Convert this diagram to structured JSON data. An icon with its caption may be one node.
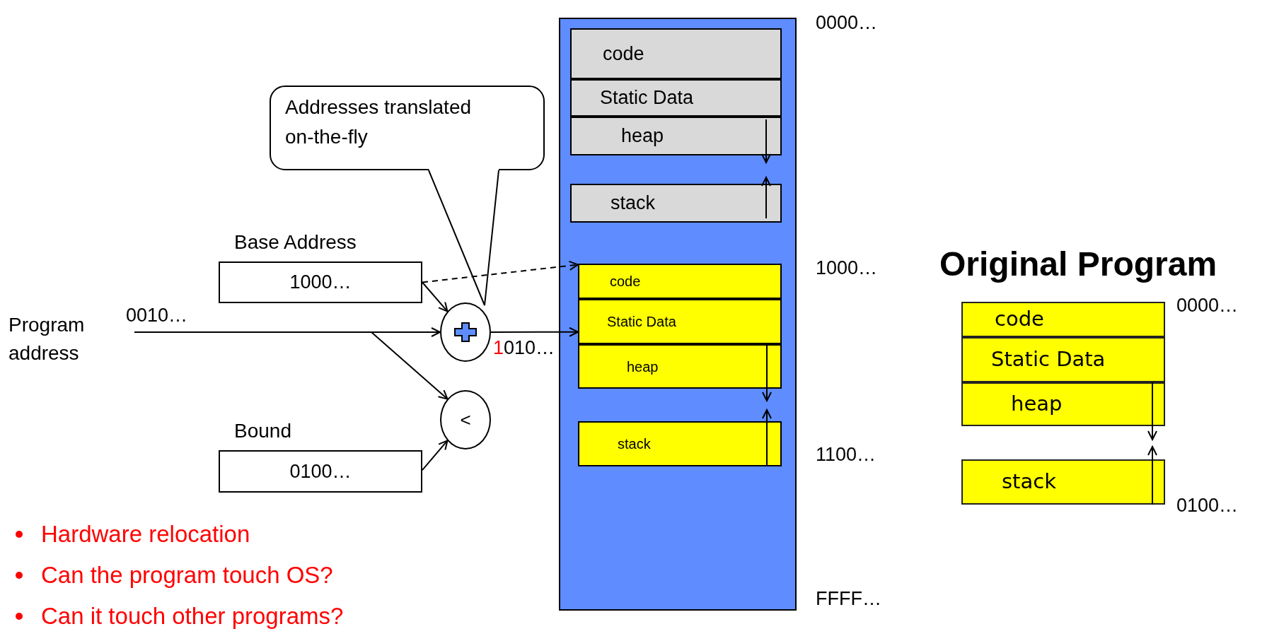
{
  "diagram": {
    "nodes": [
      {
        "text": [
          "Addresses translated on-the-fly"
        ]
      },
      {
        "text": [
          "Program address"
        ]
      },
      {
        "text": [
          "Base Address",
          "1000…"
        ]
      },
      {
        "text": [
          "Bound",
          "0100…"
        ]
      },
      {
        "text": [],
        "shape": "circle"
      },
      {
        "text": [
          "<"
        ]
      },
      {
        "text": [],
        "shape": "box",
        "beside": [
          "0000…",
          "1000…",
          "1100…",
          "FFFF…"
        ]
      },
      {
        "text": [
          "code"
        ],
        "in": 6
      },
      {
        "text": [
          "Static Data"
        ],
        "in": 6
      },
      {
        "text": [
          "heap"
        ],
        "in": 6
      },
      {
        "text": [
          "stack"
        ],
        "in": 6
      },
      {
        "text": [
          "code"
        ],
        "in": 6
      },
      {
        "text": [
          "Static Data"
        ],
        "in": 6
      },
      {
        "text": [
          "heap"
        ],
        "in": 6
      },
      {
        "text": [
          "stack"
        ],
        "in": 6
      },
      {
        "text": [
          "code"
        ],
        "beside": [
          "0000…"
        ]
      },
      {
        "text": [
          "Static Data"
        ]
      },
      {
        "text": [
          "heap"
        ]
      },
      {
        "text": [
          "stack"
        ],
        "beside": [
          "0100…"
        ]
      }
    ],
    "edges": [
      {
        "from": 1,
        "to": 4,
        "arrow": "to",
        "label": "0010…"
      },
      {
        "from": 1,
        "to": 5,
        "arrow": "to"
      },
      {
        "from": 2,
        "to": 4,
        "arrow": "to"
      },
      {
        "from": 2,
        "to": 11,
        "arrow": "to",
        "style": "dashed"
      },
      {
        "from": 3,
        "to": 5,
        "arrow": "to"
      },
      {
        "from": 4,
        "to": 12,
        "arrow": "to",
        "label": "1010…"
      }
    ],
    "labels": [
      "Original Program",
      "Hardware relocation",
      "Can the program touch OS?",
      "Can it touch other programs?"
    ]
  }
}
